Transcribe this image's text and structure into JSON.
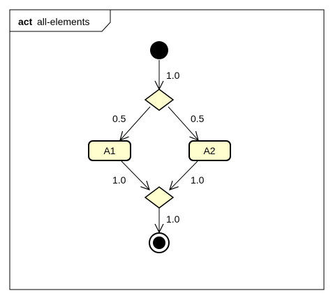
{
  "frame": {
    "keyword": "act",
    "name": "all-elements"
  },
  "actions": {
    "a1": "A1",
    "a2": "A2"
  },
  "edges": {
    "initial_to_decision": "1.0",
    "decision_to_a1": "0.5",
    "decision_to_a2": "0.5",
    "a1_to_merge": "1.0",
    "a2_to_merge": "1.0",
    "merge_to_final": "1.0"
  },
  "colors": {
    "node_fill": "#FEFECE",
    "stroke": "#000000",
    "background": "#FFFFFF"
  }
}
